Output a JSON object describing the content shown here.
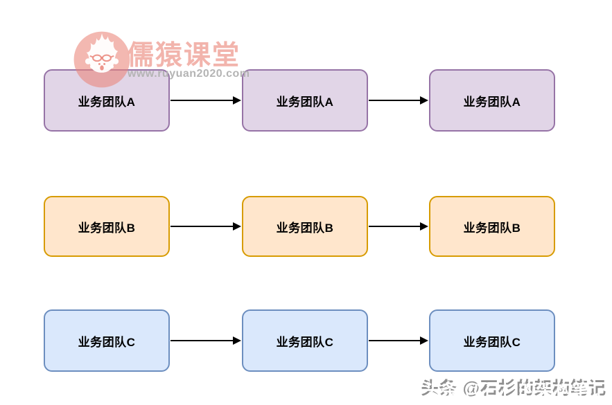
{
  "logo": {
    "icon": "monkey-flame-icon",
    "title": "儒猿课堂",
    "url": "www.ruyuan2020.com",
    "badge_color": "#ea8478",
    "title_color": "#f2b4ac",
    "url_color": "#b4b4b4"
  },
  "diagram": {
    "arrow_color": "#000000",
    "node_text_color": "#000000",
    "rows": [
      {
        "id": "team-a",
        "fill": "#E1D5E7",
        "border": "#9673A6",
        "nodes": [
          "业务团队A",
          "业务团队A",
          "业务团队A"
        ]
      },
      {
        "id": "team-b",
        "fill": "#FFE6CC",
        "border": "#D79B00",
        "nodes": [
          "业务团队B",
          "业务团队B",
          "业务团队B"
        ]
      },
      {
        "id": "team-c",
        "fill": "#DAE8FC",
        "border": "#6C8EBF",
        "nodes": [
          "业务团队C",
          "业务团队C",
          "业务团队C"
        ]
      }
    ]
  },
  "footer": {
    "credit": "头条 @石杉的架构笔记",
    "text_color": "#ffffff",
    "shadow_color": "#8f8f8f"
  }
}
